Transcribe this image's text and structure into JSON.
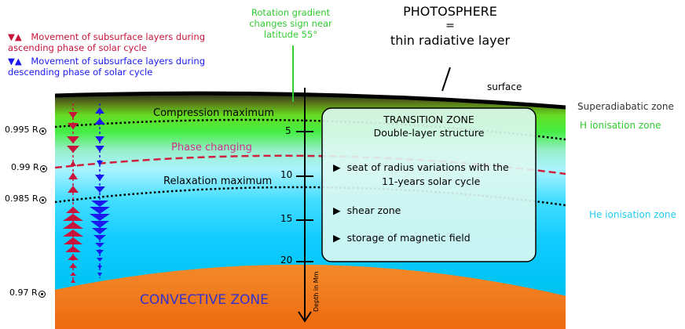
{
  "legend": {
    "ascending_arrows": "▼▲",
    "ascending_text_1": "Movement of subsurface layers during",
    "ascending_text_2": "ascending phase of solar cycle",
    "descending_arrows": "▼▲",
    "descending_text_1": "Movement of subsurface layers during",
    "descending_text_2": "descending phase of solar cycle"
  },
  "rotation_note": {
    "line1": "Rotation gradient",
    "line2": "changes sign near",
    "line3": "latitude 55°"
  },
  "photosphere": {
    "title": "PHOTOSPHERE",
    "eq": "=",
    "subtitle": "thin radiative layer"
  },
  "labels": {
    "surface": "surface",
    "compression": "Compression maximum",
    "phase": "Phase changing",
    "relaxation": "Relaxation maximum",
    "convective": "CONVECTIVE ZONE",
    "superadiabatic": "Superadiabatic zone",
    "h_ion": "H ionisation zone",
    "he_ion": "He ionisation zone",
    "depth_axis": "Depth in Mm"
  },
  "radii": [
    {
      "value": "0.995 R"
    },
    {
      "value": "0.99 R"
    },
    {
      "value": "0.985 R"
    },
    {
      "value": "0.97 R"
    }
  ],
  "depth_ticks": [
    "5",
    "10",
    "15",
    "20"
  ],
  "transition_zone": {
    "title": "TRANSITION ZONE",
    "subtitle": "Double-layer structure",
    "item1_line1": "seat of radius variations with the",
    "item1_line2": "11-years solar cycle",
    "item2": "shear zone",
    "item3": "storage of magnetic field"
  },
  "colors": {
    "ascending": "#c8143c",
    "descending": "#1a1aee",
    "rotation_note": "#33cc33",
    "phase": "#cc3388",
    "convective": "#3333cc",
    "h_ion": "#33cc33",
    "he_ion": "#22ccee",
    "convective_fill": "#f07a1a"
  }
}
